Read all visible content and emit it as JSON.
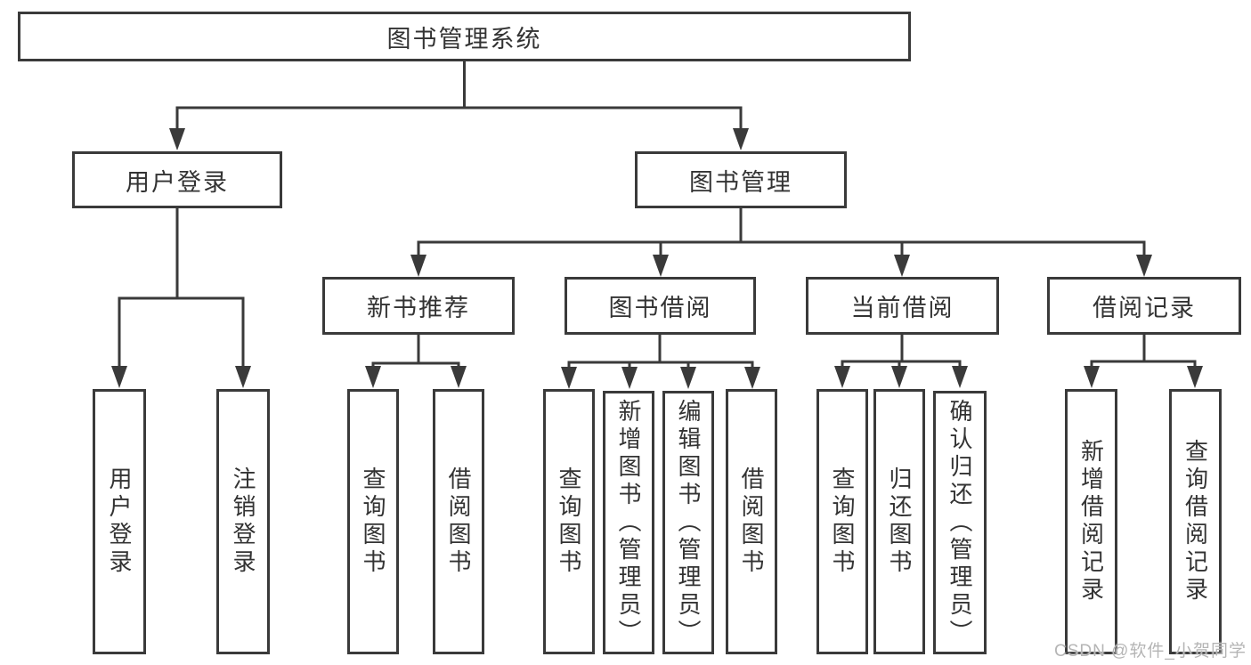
{
  "diagram": {
    "root": "图书管理系统",
    "branches": [
      {
        "label": "用户登录",
        "children": [
          "用户登录",
          "注销登录"
        ]
      },
      {
        "label": "图书管理",
        "children": [
          {
            "label": "新书推荐",
            "children": [
              "查询图书",
              "借阅图书"
            ]
          },
          {
            "label": "图书借阅",
            "children": [
              "查询图书",
              "新增图书（管理员）",
              "编辑图书（管理员）",
              "借阅图书"
            ]
          },
          {
            "label": "当前借阅",
            "children": [
              "查询图书",
              "归还图书",
              "确认归还（管理员）"
            ]
          },
          {
            "label": "借阅记录",
            "children": [
              "新增借阅记录",
              "查询借阅记录"
            ]
          }
        ]
      }
    ]
  },
  "colors": {
    "line": "#3a3a3a",
    "text": "#333333",
    "background": "#ffffff",
    "watermark": "#b5b5b5"
  },
  "watermark": "CSDN @软件_小贺同学"
}
